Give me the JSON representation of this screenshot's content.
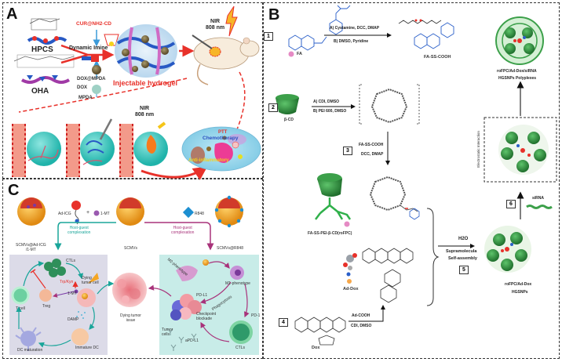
{
  "panels": {
    "A": {
      "label": "A",
      "hpcs": "HPCS",
      "oha": "OHA",
      "cur_cd": "CUR@NH2-CD",
      "dynamic_imine": "Dynamic Imine",
      "dox_mpda": "DOX@MPDA",
      "dox": "DOX",
      "mpda": "MPDA",
      "injectable_hydrogel": "Injectable hydrogel",
      "nir_top": "NIR",
      "nir_top_wl": "808 nm",
      "nir_bottom": "NIR",
      "nir_bottom_wl": "808 nm",
      "ptt": "PTT",
      "chemotherapy": "Chemotherapy",
      "anti_inflammatory": "Anti-inflammatory"
    },
    "B": {
      "label": "B",
      "fa": "FA",
      "step1_a": "A) Cystamine, DCC, DMAP",
      "step1_b": "B) DMSO, Pyridine",
      "fa_ss_cooh": "FA-SS-COOH",
      "beta_cd": "β-CD",
      "step2_a": "A) CDI, DMSO",
      "step2_b": "B) PEI 600, DMSO",
      "step3_a": "FA-SS-COOH",
      "step3_b": "DCC, DMAP",
      "rofpc": "FA-SS-PEI-β-CD(roFPC)",
      "ad_dox": "Ad-Dox",
      "dox": "Dox",
      "step4_a": "Ad-COOH",
      "step4_b": "CDI, DMSO",
      "h2o": "H2O",
      "supramolecula": "Supramolecula",
      "self_assembly": "Self-assembly",
      "hgsnps_1": "roFPC/Ad-Dox",
      "hgsnps_2": "HGSNPs",
      "electrostatic": "Electrostatic Interaction",
      "sirna": "siRNA",
      "polyplex_1": "roFPC/Ad-Dox/siRNA",
      "polyplex_2": "HGSNPs Polyplexes",
      "steps": [
        "1",
        "2",
        "3",
        "4",
        "5",
        "6"
      ]
    },
    "C": {
      "label": "C",
      "ad_icg": "Ad-ICG",
      "plus": "+",
      "one_mt": "1-MT",
      "r848": "R848",
      "host_guest_1": "Host-guest",
      "host_guest_2": "complexation",
      "scmvs_ad_icg_1": "SCMVs@Ad-ICG",
      "scmvs_ad_icg_2": "/1-MT",
      "scmvs": "SCMVs",
      "scmvs_r848": "SCMVs@R848",
      "ctls": "CTLs",
      "dying_tumor_cell_1": "Dying",
      "dying_tumor_cell_2": "tumor cell",
      "trp_kyn": "Trp/Kyn",
      "one_mt_left": "1-MT",
      "t_cell": "T cell",
      "treg": "Treg",
      "damp": "DAMP",
      "dc_maturation": "DC maturation",
      "immature_dc": "Immature DC",
      "dying_tissue_1": "Dying tumor",
      "dying_tissue_2": "issue",
      "m2": "M2-phenotype",
      "m1": "M1-phenotype",
      "pdl1": "PD-L1",
      "phagocytosis": "Phagocytosis",
      "checkpoint_1": "Checkpoint",
      "checkpoint_2": "blockade",
      "pd1": "PD-1",
      "tumor_cells_1": "Tumor",
      "tumor_cells_2": "cells",
      "apdl1": "aPD-L1",
      "ctls_right": "CTLs"
    }
  },
  "colors": {
    "red_arrow": "#e8312a",
    "teal": "#1aa59a",
    "magenta": "#a8327a",
    "chem_blue": "#2a5fc9",
    "green_cd": "#2f8f3e",
    "panel_c_left_bg": "#dcdbe8",
    "panel_c_right_bg": "#c8ece8"
  }
}
